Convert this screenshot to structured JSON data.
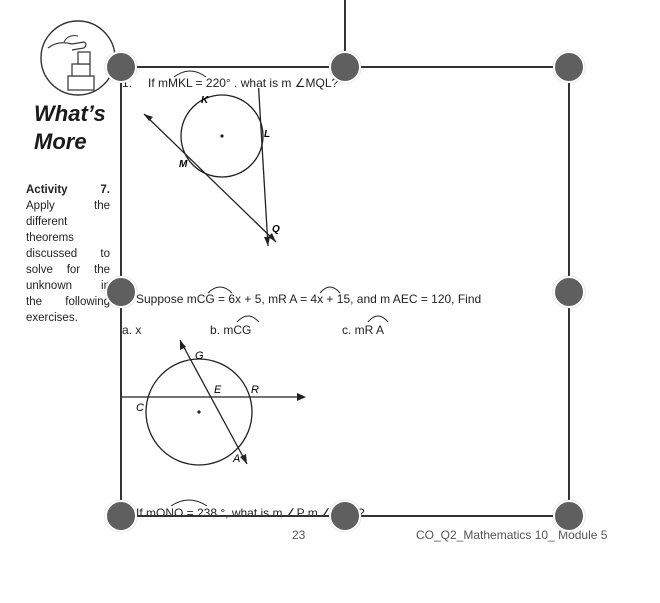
{
  "sidebar": {
    "title_line1": "What’s",
    "title_line2": "More",
    "activity_label": "Activity",
    "activity_number": "7.",
    "instructions_lines": [
      "Apply the",
      "different",
      "theorems",
      "discussed to",
      "solve for the",
      "unknown in",
      "the following",
      "exercises."
    ]
  },
  "questions": {
    "q1": "If mMKL = 220° . what is m ∠MQL?",
    "q1_num": "1.",
    "q2": "Suppose mCG = 6x + 5, mR A = 4x + 15, and m AEC = 120, Find",
    "q2_a": "a. x",
    "q2_b": "b. mCG",
    "q2_c": "c. mR A",
    "q3": "If mONO = 238 °, what is m ∠P m ∠PQR?"
  },
  "figure1_labels": {
    "K": "K",
    "L": "L",
    "M": "M",
    "Q": "Q"
  },
  "figure2_labels": {
    "G": "G",
    "E": "E",
    "R": "R",
    "C": "C",
    "A": "A"
  },
  "footer": {
    "page_number": "23",
    "module": "CO_Q2_Mathematics 10_ Module 5"
  },
  "colors": {
    "handle": "#5f5f5f",
    "text": "#222222"
  }
}
